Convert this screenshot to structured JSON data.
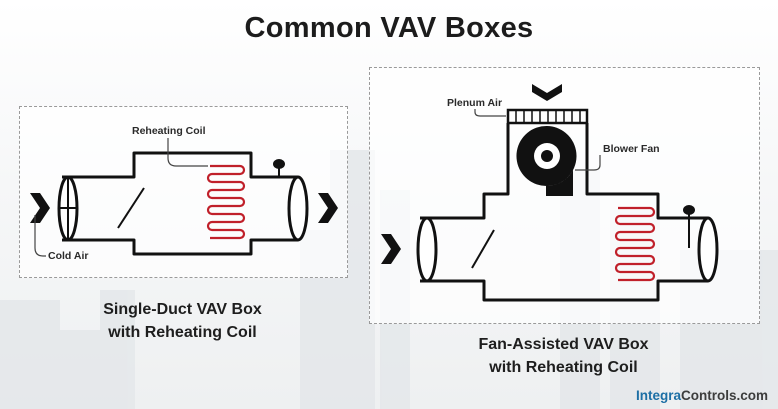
{
  "title": "Common VAV Boxes",
  "left_diagram": {
    "caption_line1": "Single-Duct VAV Box",
    "caption_line2": "with Reheating Coil",
    "label_reheating_coil": "Reheating Coil",
    "label_cold_air": "Cold Air"
  },
  "right_diagram": {
    "caption_line1": "Fan-Assisted VAV Box",
    "caption_line2": "with Reheating Coil",
    "label_plenum_air": "Plenum Air",
    "label_blower_fan": "Blower Fan"
  },
  "brand": {
    "part1": "Integra",
    "part2": "Controls.com"
  },
  "colors": {
    "coil": "#c0202a",
    "line": "#111111",
    "brand_blue": "#1d6fa5"
  }
}
